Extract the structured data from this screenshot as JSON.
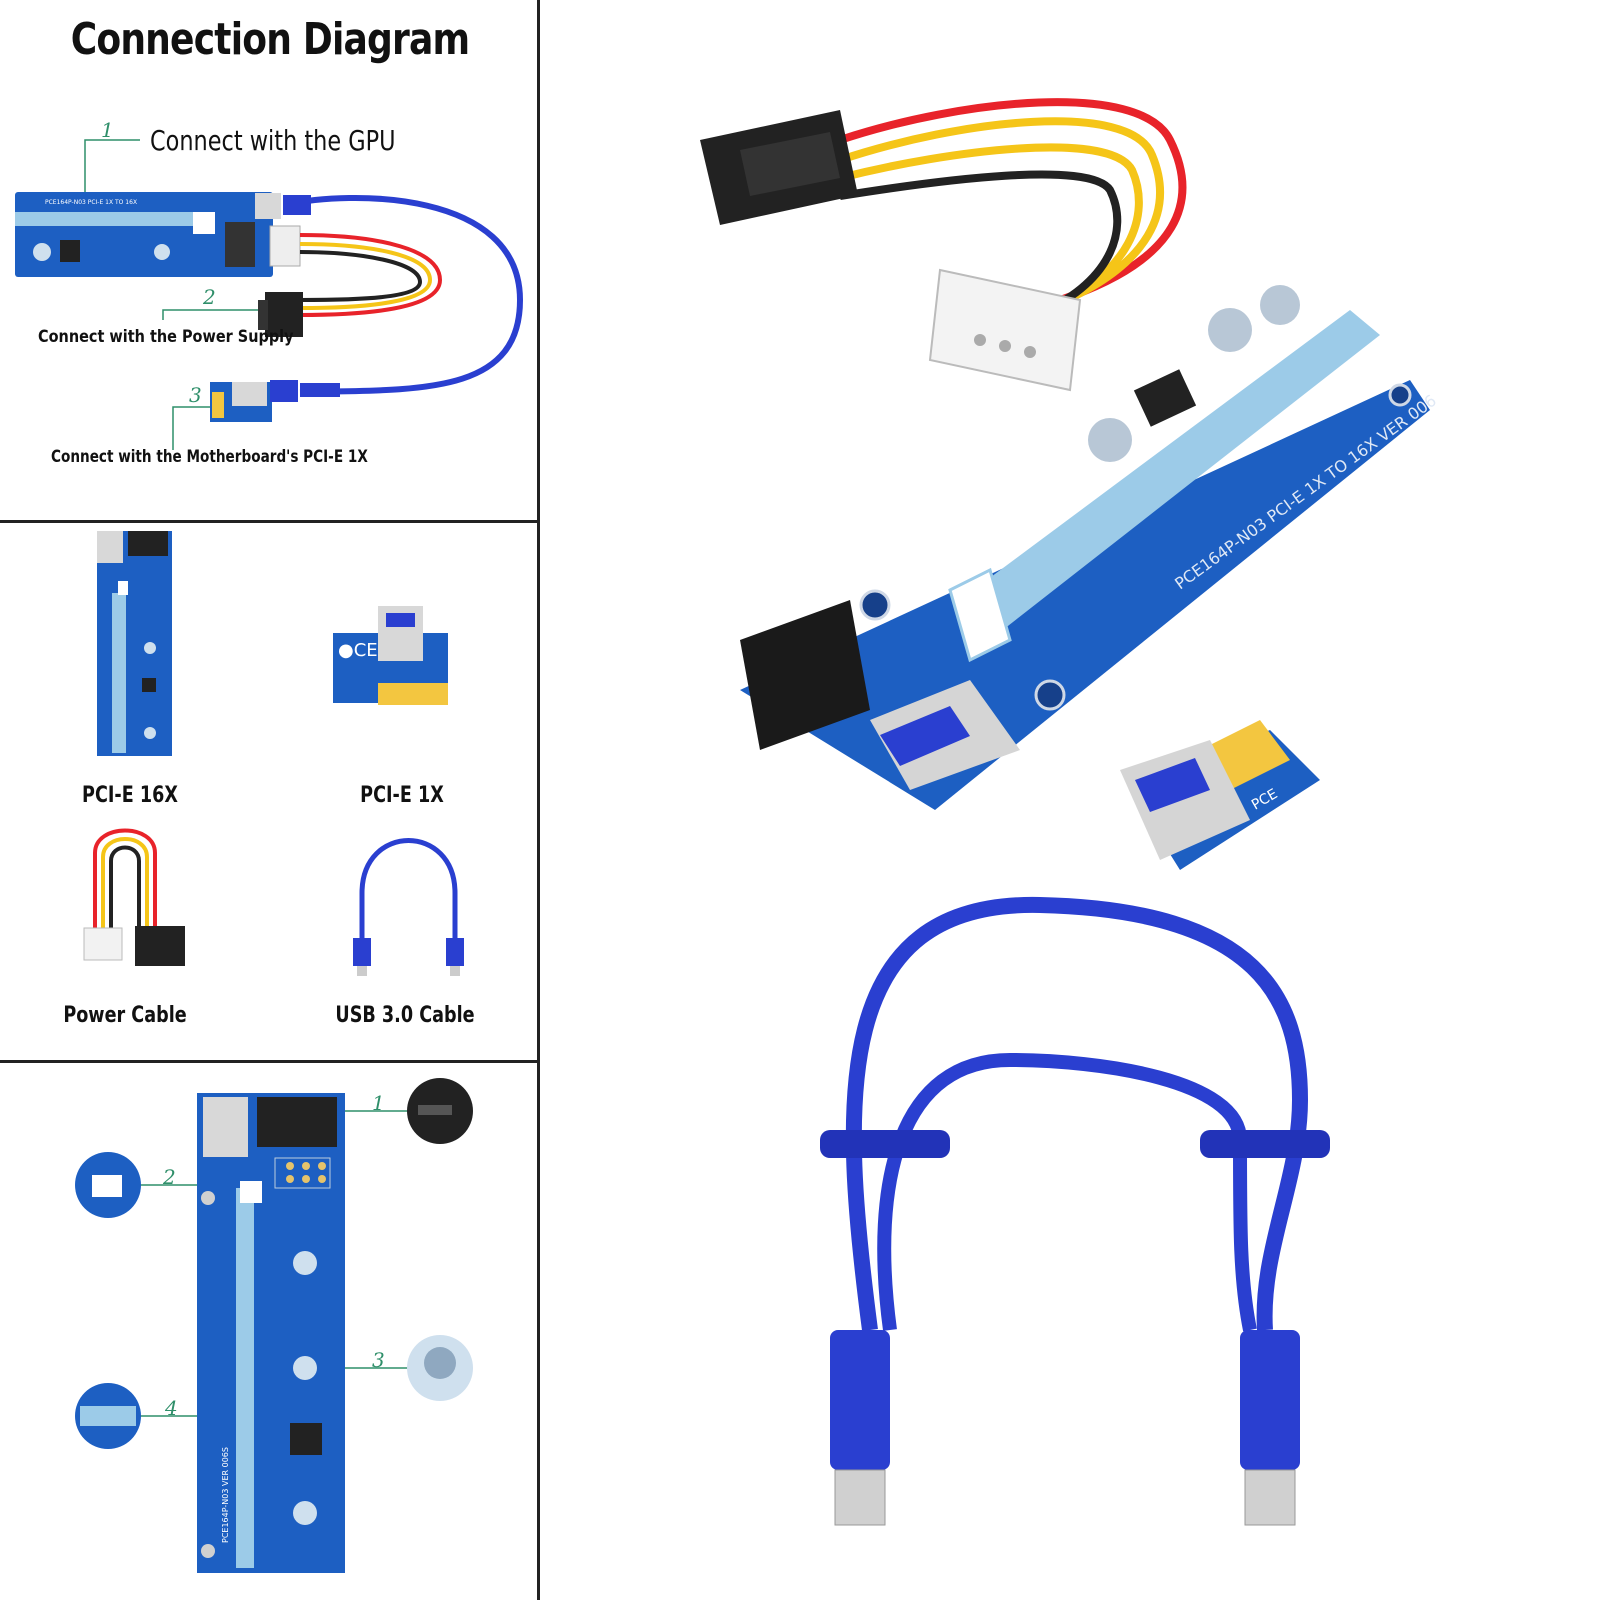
{
  "connection": {
    "title": "Connection Diagram",
    "steps": [
      {
        "num": "1",
        "label": "Connect with the GPU"
      },
      {
        "num": "2",
        "label": "Connect with the Power Supply"
      },
      {
        "num": "3",
        "label": "Connect with the Motherboard's PCI-E 1X"
      }
    ],
    "board_text": "PCE164P-N03   PCI-E 1X TO 16X"
  },
  "parts": {
    "items": [
      {
        "label": "PCI-E 16X"
      },
      {
        "label": "PCI-E 1X"
      },
      {
        "label": "Power Cable"
      },
      {
        "label": "USB 3.0 Cable"
      }
    ]
  },
  "details": {
    "callouts": [
      "1",
      "2",
      "3",
      "4"
    ],
    "board_text": "PCE164P-N03  VER 006S"
  },
  "photo": {
    "board_text": "PCE164P-N03  PCI-E 1X TO 16X  VER 006",
    "small_board_text": "PCE"
  },
  "colors": {
    "pcb_blue": "#1d5fc2",
    "slot_light_blue": "#9ccbe8",
    "cable_blue": "#2a3fd0",
    "accent_green": "#2f8f6a",
    "wire_red": "#e8232a",
    "wire_yellow": "#f5c518",
    "wire_black": "#222222"
  }
}
